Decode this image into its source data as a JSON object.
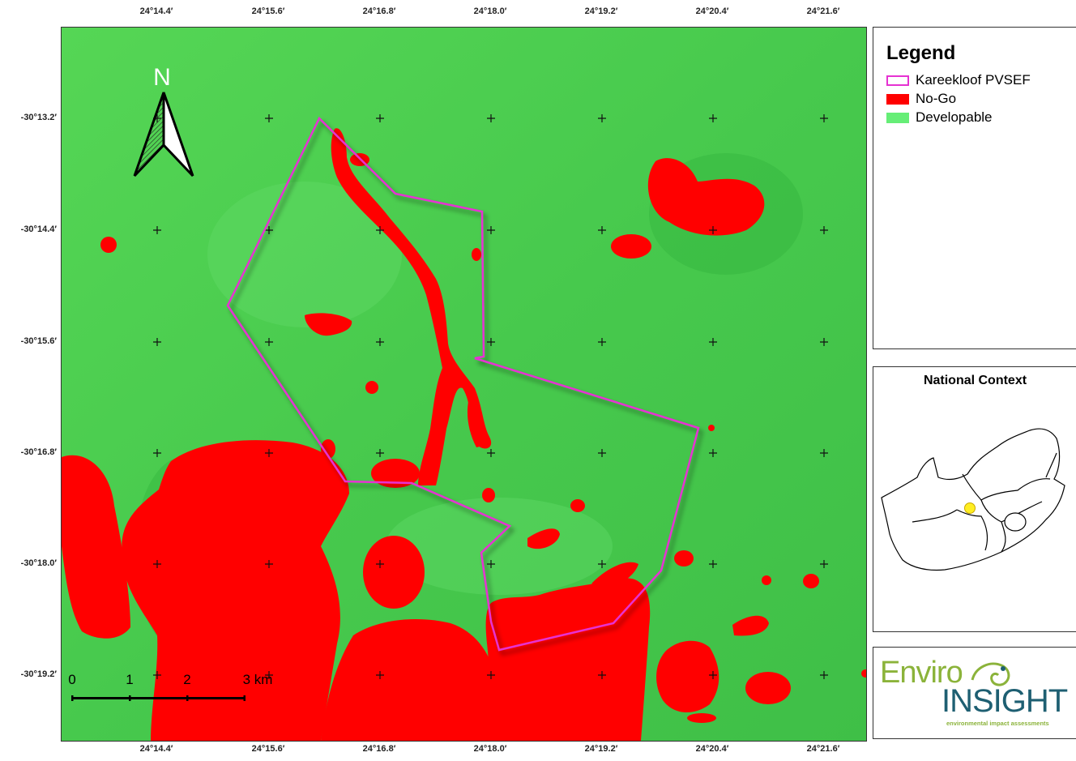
{
  "map": {
    "lon_labels": [
      "24°14.4′",
      "24°15.6′",
      "24°16.8′",
      "24°18.0′",
      "24°19.2′",
      "24°20.4′",
      "24°21.6′"
    ],
    "lat_labels": [
      "-30°13.2′",
      "-30°14.4′",
      "-30°15.6′",
      "-30°16.8′",
      "-30°18.0′",
      "-30°19.2′"
    ],
    "colors": {
      "developable": "#4ccd4c",
      "no_go": "#ff0000",
      "boundary": "#e632d2"
    }
  },
  "legend": {
    "title": "Legend",
    "items": [
      {
        "label": "Kareekloof PVSEF",
        "kind": "outline",
        "color": "#e632d2"
      },
      {
        "label": "No-Go",
        "kind": "fill",
        "color": "#ff0000"
      },
      {
        "label": "Developable",
        "kind": "fill",
        "color": "#66ee77"
      }
    ]
  },
  "context": {
    "title": "National Context",
    "site_marker_color": "#ffee22"
  },
  "north_arrow": {
    "label": "N"
  },
  "scale_bar": {
    "labels": [
      "0",
      "1",
      "2",
      "3 km"
    ]
  },
  "logo": {
    "line1": "Enviro",
    "line2": "INSIGHT",
    "tagline": "environmental impact assessments"
  }
}
